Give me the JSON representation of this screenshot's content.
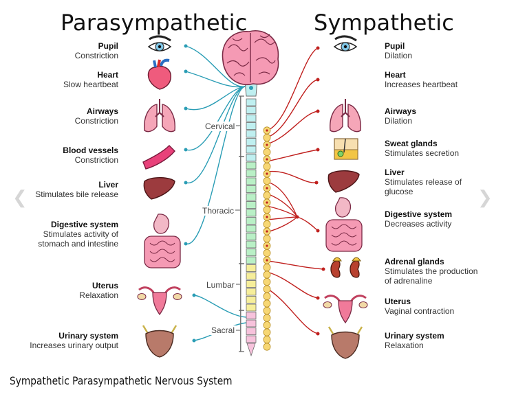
{
  "headers": {
    "left": "Parasympathetic",
    "right": "Sympathetic"
  },
  "parasympathetic": [
    {
      "title": "Pupil",
      "desc": [
        "Constriction"
      ]
    },
    {
      "title": "Heart",
      "desc": [
        "Slow heartbeat"
      ]
    },
    {
      "title": "Airways",
      "desc": [
        "Constriction"
      ]
    },
    {
      "title": "Blood vessels",
      "desc": [
        "Constriction"
      ]
    },
    {
      "title": "Liver",
      "desc": [
        "Stimulates bile release"
      ]
    },
    {
      "title": "Digestive system",
      "desc": [
        "Stimulates activity of",
        "stomach and intestine"
      ]
    },
    {
      "title": "Uterus",
      "desc": [
        "Relaxation"
      ]
    },
    {
      "title": "Urinary system",
      "desc": [
        "Increases urinary output"
      ]
    }
  ],
  "sympathetic": [
    {
      "title": "Pupil",
      "desc": [
        "Dilation"
      ]
    },
    {
      "title": "Heart",
      "desc": [
        "Increases heartbeat"
      ]
    },
    {
      "title": "Airways",
      "desc": [
        "Dilation"
      ]
    },
    {
      "title": "Sweat glands",
      "desc": [
        "Stimulates secretion"
      ]
    },
    {
      "title": "Liver",
      "desc": [
        "Stimulates release of",
        "glucose"
      ]
    },
    {
      "title": "Digestive system",
      "desc": [
        "Decreases activity"
      ]
    },
    {
      "title": "Adrenal glands",
      "desc": [
        "Stimulates the production",
        "of adrenaline"
      ]
    },
    {
      "title": "Uterus",
      "desc": [
        "Vaginal contraction"
      ]
    },
    {
      "title": "Urinary system",
      "desc": [
        "Relaxation"
      ]
    }
  ],
  "spine_segments": [
    "Cervical",
    "Thoracic",
    "Lumbar",
    "Sacral"
  ],
  "caption": "Sympathetic Parasympathetic Nervous System",
  "nav": {
    "prev_icon": "chevron-left-icon",
    "next_icon": "chevron-right-icon"
  },
  "colors": {
    "parasympathetic_nerve": "#2a9db5",
    "sympathetic_nerve": "#c0201e",
    "cervical": "#bfeff0",
    "thoracic": "#b9f0c6",
    "lumbar": "#f6ee9a",
    "sacral": "#f7c2dc",
    "chain": "#f7d774",
    "brain": "#f59ab4"
  }
}
